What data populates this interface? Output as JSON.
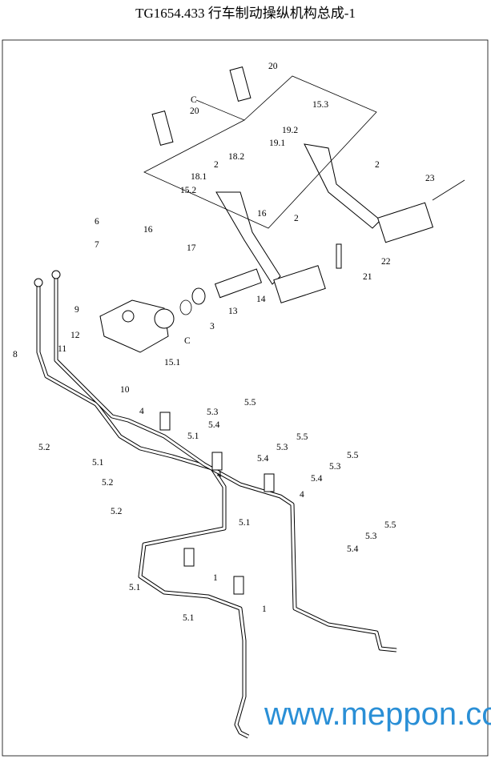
{
  "title": "TG1654.433  行车制动操纵机构总成-1",
  "watermark": "www.meppon.cc",
  "callouts": [
    "20",
    "C",
    "20",
    "15.3",
    "19.2",
    "19.1",
    "18.2",
    "2",
    "18.1",
    "15.2",
    "2",
    "23",
    "16",
    "2",
    "16",
    "17",
    "6",
    "7",
    "22",
    "21",
    "14",
    "9",
    "13",
    "3",
    "C",
    "12",
    "11",
    "8",
    "15.1",
    "10",
    "5.5",
    "4",
    "5.3",
    "5.4",
    "5.1",
    "5.5",
    "5.3",
    "5.2",
    "5.1",
    "5.4",
    "4",
    "5.5",
    "5.3",
    "5.4",
    "4",
    "5.2",
    "5.1",
    "5.2",
    "5.5",
    "5.3",
    "5.4",
    "1",
    "5.1",
    "1",
    "5.1"
  ]
}
